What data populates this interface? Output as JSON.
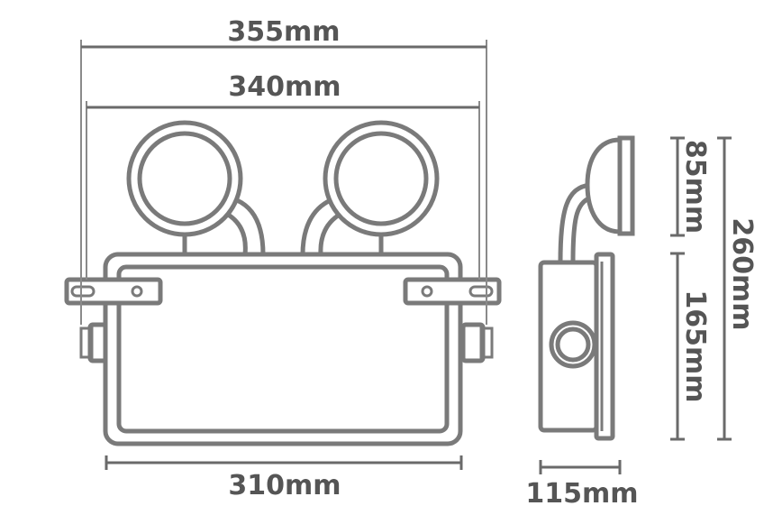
{
  "dimensions": {
    "width_overall": "355mm",
    "width_bracket": "340mm",
    "width_body": "310mm",
    "depth": "115mm",
    "height_head": "85mm",
    "height_body": "165mm",
    "height_total": "260mm"
  },
  "colors": {
    "outline": "#7a7a7a",
    "text": "#555555",
    "background": "#ffffff"
  }
}
